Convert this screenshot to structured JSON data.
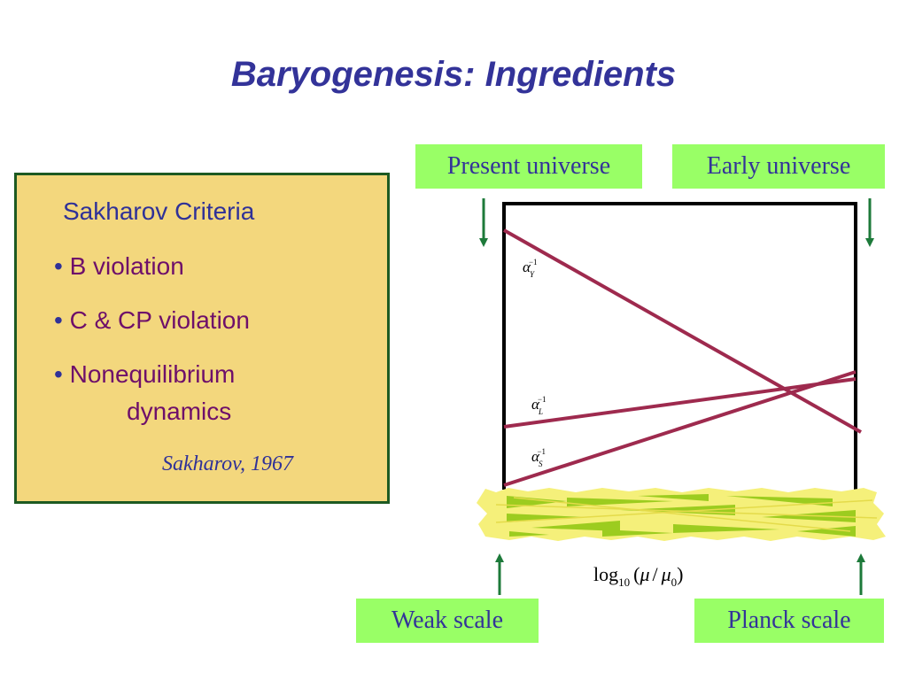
{
  "slide": {
    "title": "Baryogenesis: Ingredients"
  },
  "criteria": {
    "heading": "Sakharov Criteria",
    "bullet_char": "•",
    "items": [
      {
        "text": "B violation"
      },
      {
        "text": "C & CP violation"
      },
      {
        "text": "Nonequilibrium",
        "continuation": "dynamics"
      }
    ],
    "citation": "Sakharov, 1967"
  },
  "labels": {
    "present_universe": "Present universe",
    "early_universe": "Early universe",
    "weak_scale": "Weak scale",
    "planck_scale": "Planck scale"
  },
  "axis": {
    "log_label": "log",
    "log_base": "10",
    "mu": "μ",
    "mu0": "μ",
    "mu0_sub": "0",
    "slash": "/"
  },
  "couplings": [
    {
      "symbol": "α",
      "sub": "Y",
      "sup": "−1"
    },
    {
      "symbol": "α",
      "sub": "L",
      "sup": "−1"
    },
    {
      "symbol": "α",
      "sub": "S",
      "sup": "−1"
    }
  ],
  "colors": {
    "title": "#333399",
    "box_fill": "#f3d77d",
    "box_border": "#1d5a22",
    "label_fill": "#99ff66",
    "line": "#9e2a4e",
    "arrow": "#1d7a3a",
    "band_yellow": "#f5f07a",
    "band_green": "#9ccc1f"
  }
}
